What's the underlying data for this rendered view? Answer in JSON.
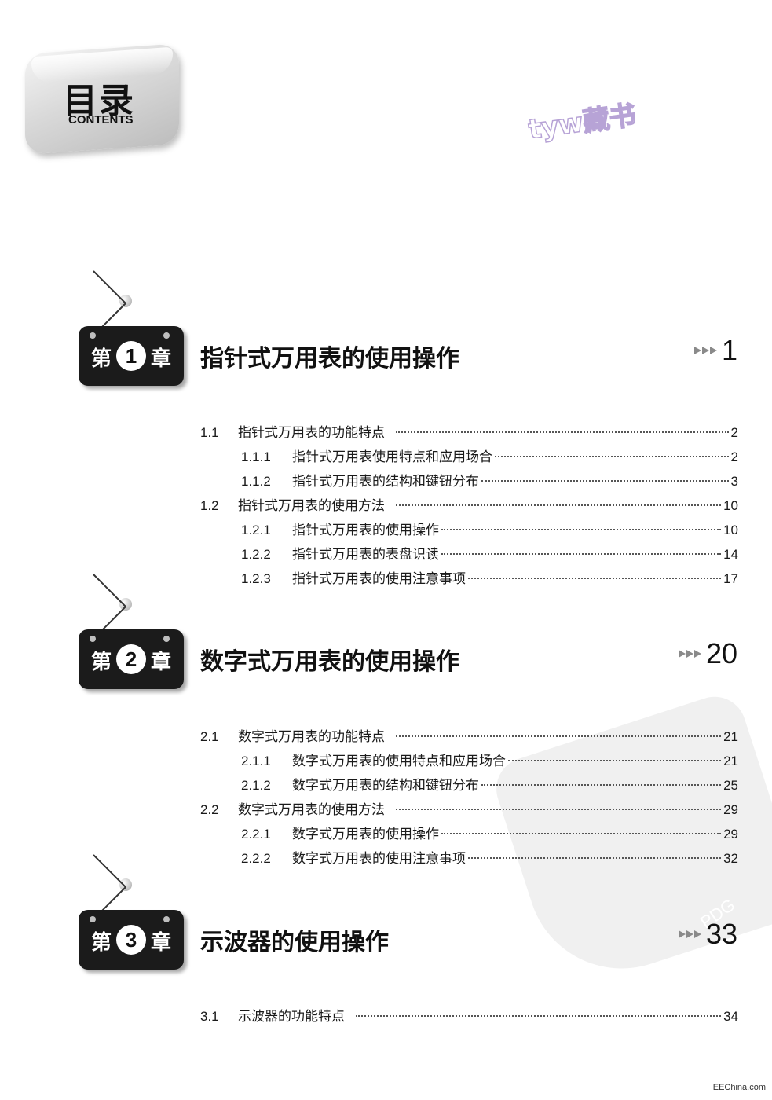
{
  "header": {
    "title": "目录",
    "subtitle": "CONTENTS"
  },
  "watermarks": {
    "top": "tyw藏书",
    "seal": "PDG"
  },
  "chapters": [
    {
      "prefix": "第",
      "number": "1",
      "suffix": "章",
      "title": "指针式万用表的使用操作",
      "page": "1",
      "entries": [
        {
          "num": "1.1",
          "text": "指针式万用表的功能特点",
          "page": "2",
          "level": 1
        },
        {
          "num": "1.1.1",
          "text": "指针式万用表使用特点和应用场合",
          "page": "2",
          "level": 2
        },
        {
          "num": "1.1.2",
          "text": "指针式万用表的结构和键钮分布",
          "page": "3",
          "level": 2
        },
        {
          "num": "1.2",
          "text": "指针式万用表的使用方法",
          "page": "10",
          "level": 1
        },
        {
          "num": "1.2.1",
          "text": "指针式万用表的使用操作",
          "page": "10",
          "level": 2
        },
        {
          "num": "1.2.2",
          "text": "指针式万用表的表盘识读",
          "page": "14",
          "level": 2
        },
        {
          "num": "1.2.3",
          "text": "指针式万用表的使用注意事项",
          "page": "17",
          "level": 2
        }
      ]
    },
    {
      "prefix": "第",
      "number": "2",
      "suffix": "章",
      "title": "数字式万用表的使用操作",
      "page": "20",
      "entries": [
        {
          "num": "2.1",
          "text": "数字式万用表的功能特点",
          "page": "21",
          "level": 1
        },
        {
          "num": "2.1.1",
          "text": "数字式万用表的使用特点和应用场合",
          "page": "21",
          "level": 2
        },
        {
          "num": "2.1.2",
          "text": "数字式万用表的结构和键钮分布",
          "page": "25",
          "level": 2
        },
        {
          "num": "2.2",
          "text": "数字式万用表的使用方法",
          "page": "29",
          "level": 1
        },
        {
          "num": "2.2.1",
          "text": "数字式万用表的使用操作",
          "page": "29",
          "level": 2
        },
        {
          "num": "2.2.2",
          "text": "数字式万用表的使用注意事项",
          "page": "32",
          "level": 2
        }
      ]
    },
    {
      "prefix": "第",
      "number": "3",
      "suffix": "章",
      "title": "示波器的使用操作",
      "page": "33",
      "entries": [
        {
          "num": "3.1",
          "text": "示波器的功能特点",
          "page": "34",
          "level": 1
        }
      ]
    }
  ],
  "footer": {
    "site": "EEChina.com"
  }
}
